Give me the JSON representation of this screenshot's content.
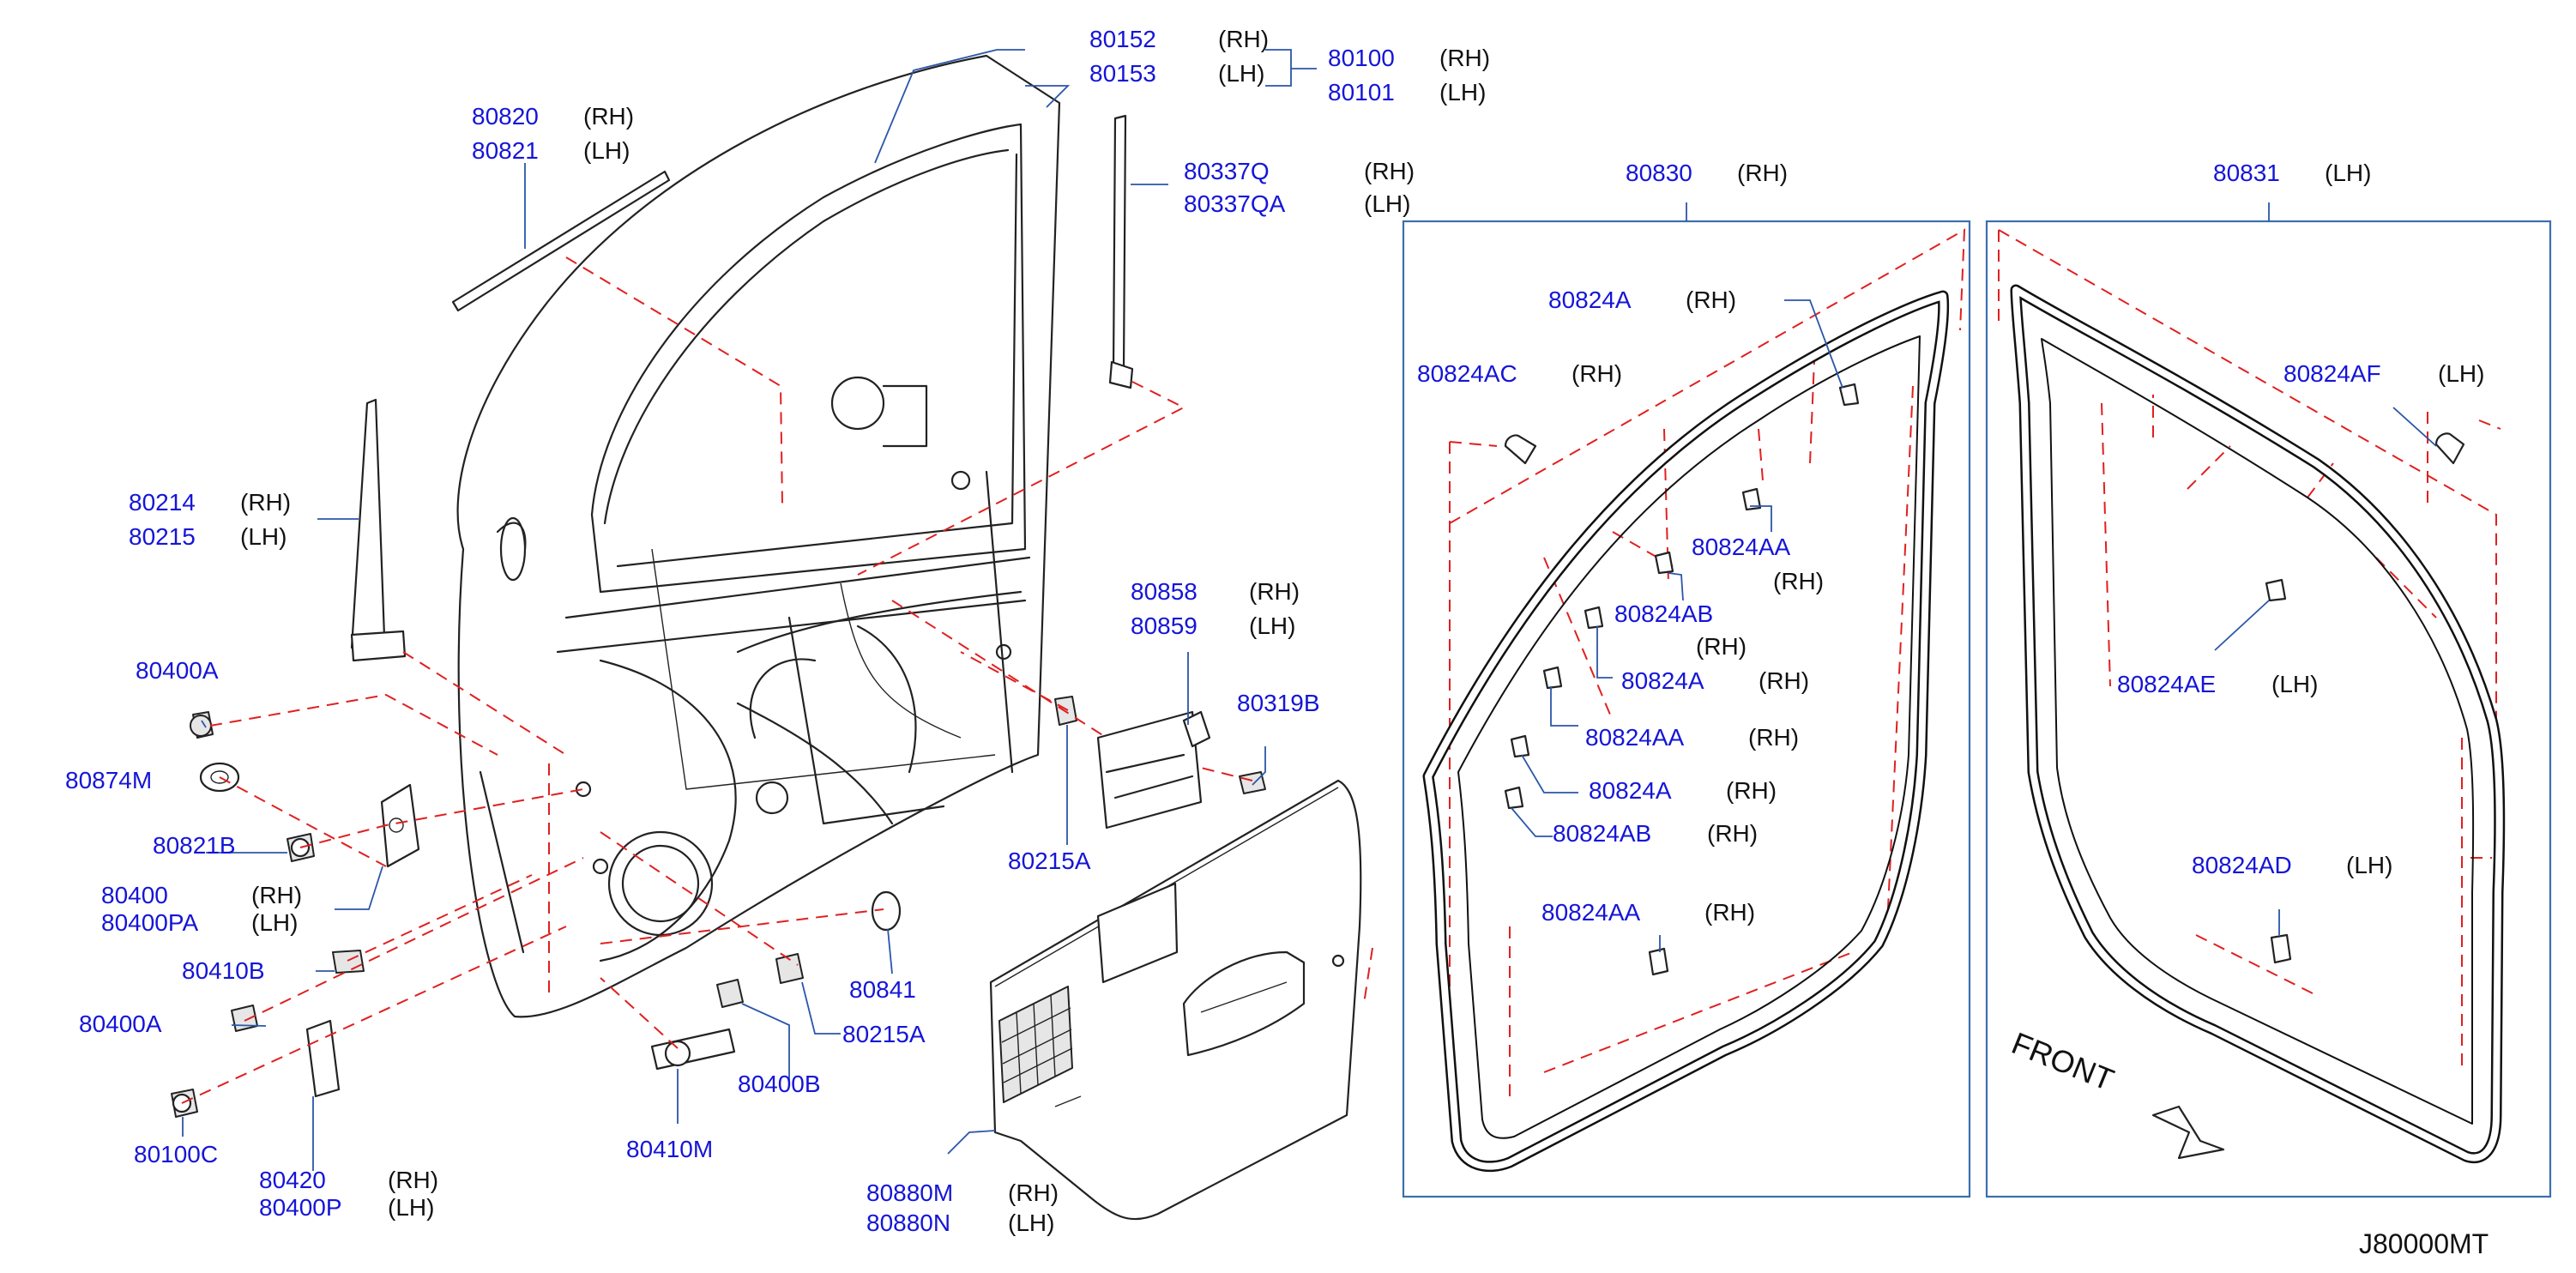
{
  "diagram_code": "J80000MT",
  "front_text": "FRONT",
  "side_rh": "(RH)",
  "side_lh": "(LH)",
  "colors": {
    "part_number": "#1515d8",
    "guide_line": "#e02020",
    "frame": "#3a6fae",
    "ink": "#111111"
  },
  "callouts": [
    {
      "key": "80152",
      "pn": "80152",
      "side": "(RH)"
    },
    {
      "key": "80153",
      "pn": "80153",
      "side": "(LH)"
    },
    {
      "key": "80100",
      "pn": "80100",
      "side": "(RH)"
    },
    {
      "key": "80101",
      "pn": "80101",
      "side": "(LH)"
    },
    {
      "key": "80820",
      "pn": "80820",
      "side": "(RH)"
    },
    {
      "key": "80821",
      "pn": "80821",
      "side": "(LH)"
    },
    {
      "key": "80337Q",
      "pn": "80337Q",
      "side": "(RH)"
    },
    {
      "key": "80337QA",
      "pn": "80337QA",
      "side": "(LH)"
    },
    {
      "key": "80830",
      "pn": "80830",
      "side": "(RH)"
    },
    {
      "key": "80831",
      "pn": "80831",
      "side": "(LH)"
    },
    {
      "key": "80214",
      "pn": "80214",
      "side": "(RH)"
    },
    {
      "key": "80215",
      "pn": "80215",
      "side": "(LH)"
    },
    {
      "key": "80400A-1",
      "pn": "80400A",
      "side": ""
    },
    {
      "key": "80874M",
      "pn": "80874M",
      "side": ""
    },
    {
      "key": "80821B",
      "pn": "80821B",
      "side": ""
    },
    {
      "key": "80400",
      "pn": "80400",
      "side": "(RH)"
    },
    {
      "key": "80400PA",
      "pn": "80400PA",
      "side": "(LH)"
    },
    {
      "key": "80410B",
      "pn": "80410B",
      "side": ""
    },
    {
      "key": "80400A-2",
      "pn": "80400A",
      "side": ""
    },
    {
      "key": "80100C",
      "pn": "80100C",
      "side": ""
    },
    {
      "key": "80420",
      "pn": "80420",
      "side": "(RH)"
    },
    {
      "key": "80400P",
      "pn": "80400P",
      "side": "(LH)"
    },
    {
      "key": "80858",
      "pn": "80858",
      "side": "(RH)"
    },
    {
      "key": "80859",
      "pn": "80859",
      "side": "(LH)"
    },
    {
      "key": "80319B",
      "pn": "80319B",
      "side": ""
    },
    {
      "key": "80215A-1",
      "pn": "80215A",
      "side": ""
    },
    {
      "key": "80841",
      "pn": "80841",
      "side": ""
    },
    {
      "key": "80215A-2",
      "pn": "80215A",
      "side": ""
    },
    {
      "key": "80400B",
      "pn": "80400B",
      "side": ""
    },
    {
      "key": "80410M",
      "pn": "80410M",
      "side": ""
    },
    {
      "key": "80880M",
      "pn": "80880M",
      "side": "(RH)"
    },
    {
      "key": "80880N",
      "pn": "80880N",
      "side": "(LH)"
    },
    {
      "key": "80824A-1",
      "pn": "80824A",
      "side": "(RH)"
    },
    {
      "key": "80824AC",
      "pn": "80824AC",
      "side": "(RH)"
    },
    {
      "key": "80824AA-1",
      "pn": "80824AA",
      "side": "(RH)"
    },
    {
      "key": "80824AB-1",
      "pn": "80824AB",
      "side": "(RH)"
    },
    {
      "key": "80824A-2",
      "pn": "80824A",
      "side": "(RH)"
    },
    {
      "key": "80824AA-2",
      "pn": "80824AA",
      "side": "(RH)"
    },
    {
      "key": "80824A-3",
      "pn": "80824A",
      "side": "(RH)"
    },
    {
      "key": "80824AB-2",
      "pn": "80824AB",
      "side": "(RH)"
    },
    {
      "key": "80824AA-3",
      "pn": "80824AA",
      "side": "(RH)"
    },
    {
      "key": "80824AF",
      "pn": "80824AF",
      "side": "(LH)"
    },
    {
      "key": "80824AE",
      "pn": "80824AE",
      "side": "(LH)"
    },
    {
      "key": "80824AD",
      "pn": "80824AD",
      "side": "(LH)"
    }
  ]
}
